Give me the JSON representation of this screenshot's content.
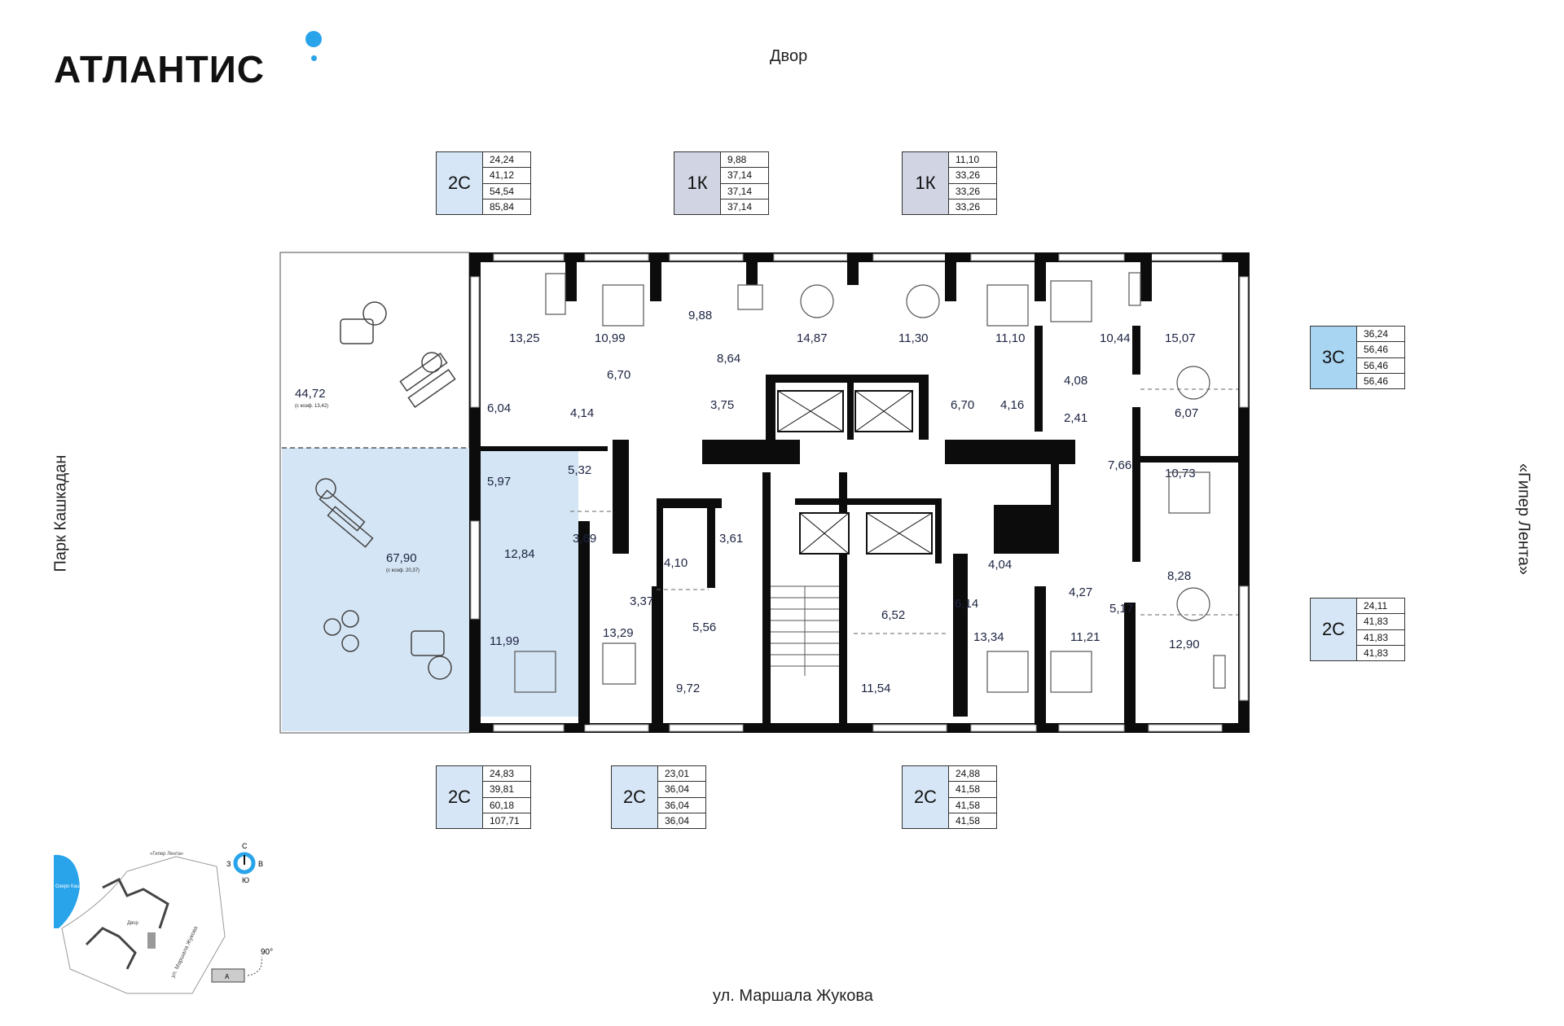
{
  "brand": {
    "name": "АТЛАНТИС",
    "accent": "#29a4ea"
  },
  "directions": {
    "top": "Двор",
    "bottom": "ул. Маршала Жукова",
    "left": "Парк Кашкадан",
    "right": "«Гипер Лента»"
  },
  "colors": {
    "apt_blue": "#d6e6f6",
    "apt_grey": "#d1d5e3",
    "apt_cyan": "#a8d6f2",
    "highlight_fill": "#d4e5f5",
    "wall": "#0c0c0c"
  },
  "badges": [
    {
      "type": "2С",
      "areas": [
        "24,24",
        "41,12",
        "54,54",
        "85,84"
      ],
      "color": "#d6e6f6"
    },
    {
      "type": "1К",
      "areas": [
        "9,88",
        "37,14",
        "37,14",
        "37,14"
      ],
      "color": "#d1d5e3"
    },
    {
      "type": "1К",
      "areas": [
        "11,10",
        "33,26",
        "33,26",
        "33,26"
      ],
      "color": "#d1d5e3"
    },
    {
      "type": "3С",
      "areas": [
        "36,24",
        "56,46",
        "56,46",
        "56,46"
      ],
      "color": "#a8d6f2"
    },
    {
      "type": "2С",
      "areas": [
        "24,11",
        "41,83",
        "41,83",
        "41,83"
      ],
      "color": "#d6e6f6"
    },
    {
      "type": "2С",
      "areas": [
        "24,83",
        "39,81",
        "60,18",
        "107,71"
      ],
      "color": "#d6e6f6"
    },
    {
      "type": "2С",
      "areas": [
        "23,01",
        "36,04",
        "36,04",
        "36,04"
      ],
      "color": "#d6e6f6"
    },
    {
      "type": "2С",
      "areas": [
        "24,88",
        "41,58",
        "41,58",
        "41,58"
      ],
      "color": "#d6e6f6"
    }
  ],
  "rooms": [
    "13,25",
    "10,99",
    "9,88",
    "8,64",
    "14,87",
    "11,30",
    "11,10",
    "10,44",
    "15,07",
    "6,70",
    "6,04",
    "4,14",
    "3,75",
    "6,70",
    "4,16",
    "4,08",
    "2,41",
    "6,07",
    "5,97",
    "5,32",
    "10,73",
    "7,66",
    "12,84",
    "3,69",
    "4,10",
    "3,61",
    "4,04",
    "4,27",
    "8,28",
    "3,37",
    "5,56",
    "6,52",
    "6,14",
    "5,17",
    "11,99",
    "13,29",
    "9,72",
    "11,54",
    "13,34",
    "11,21",
    "12,90"
  ],
  "terraces": {
    "top": {
      "area": "44,72",
      "note": "(с коэф. 13,42)"
    },
    "bottom": {
      "area": "67,90",
      "note": "(с коэф. 20,37)"
    }
  },
  "compass": {
    "n": "С",
    "s": "Ю",
    "w": "З",
    "e": "В",
    "angle": "90°"
  },
  "map": {
    "lake": "Озеро Кашкадан",
    "store": "«Гипер Лента»",
    "yard": "Двор",
    "street": "ул. Маршала Жукова",
    "section": "А"
  }
}
